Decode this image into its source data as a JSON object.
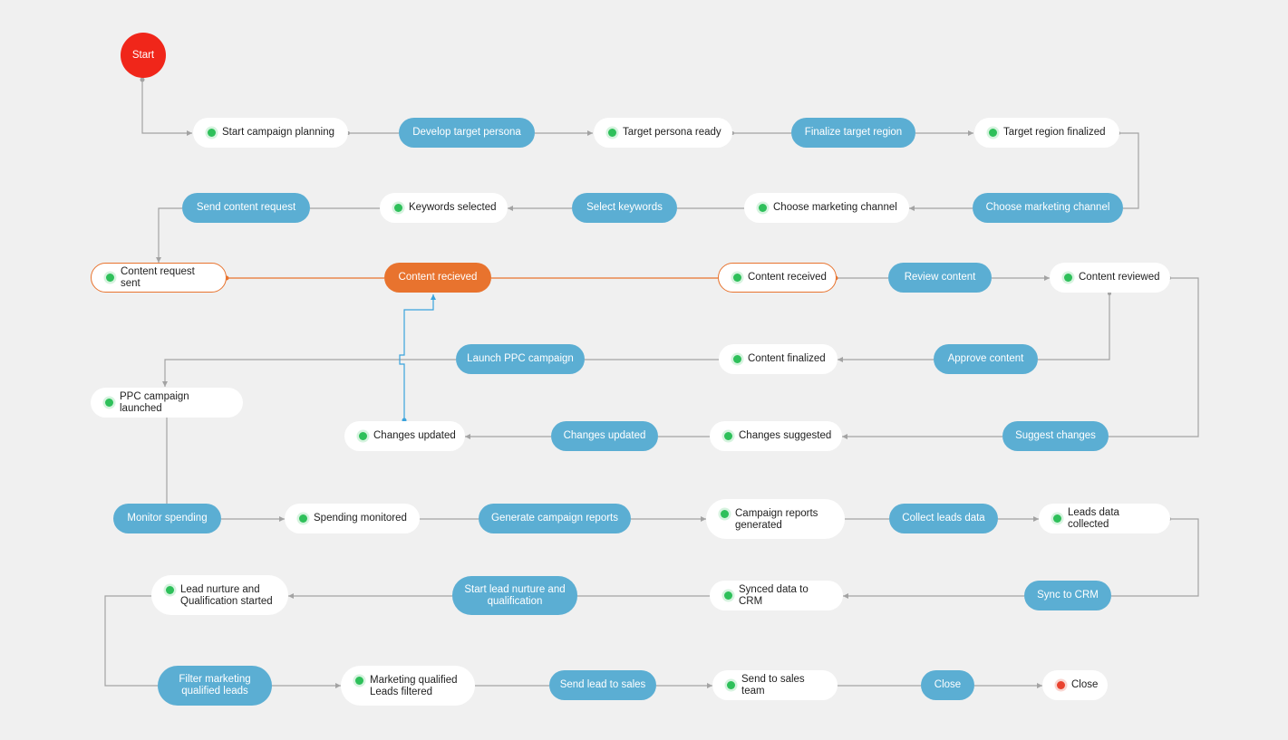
{
  "start_label": "Start",
  "states": {
    "start_campaign_planning": "Start campaign planning",
    "target_persona_ready": "Target persona ready",
    "target_region_finalized": "Target region finalized",
    "choose_marketing_channel": "Choose marketing channel",
    "keywords_selected": "Keywords selected",
    "content_request_sent": "Content request sent",
    "content_received": "Content received",
    "content_reviewed": "Content reviewed",
    "content_finalized": "Content finalized",
    "ppc_campaign_launched": "PPC campaign launched",
    "changes_updated": "Changes updated",
    "changes_suggested": "Changes suggested",
    "spending_monitored": "Spending monitored",
    "campaign_reports_generated": "Campaign reports generated",
    "leads_data_collected": "Leads data collected",
    "lead_nurture_started": "Lead nurture and Qualification started",
    "synced_data_to_crm": "Synced data to CRM",
    "mql_filtered": "Marketing qualified Leads filtered",
    "send_to_sales_team": "Send to sales team",
    "close": "Close"
  },
  "transitions": {
    "develop_target_persona": "Develop target persona",
    "finalize_target_region": "Finalize target region",
    "choose_marketing_channel": "Choose marketing channel",
    "select_keywords": "Select keywords",
    "send_content_request": "Send content request",
    "content_recieved": "Content recieved",
    "review_content": "Review content",
    "launch_ppc_campaign": "Launch PPC campaign",
    "approve_content": "Approve content",
    "changes_updated": "Changes updated",
    "suggest_changes": "Suggest changes",
    "monitor_spending": "Monitor spending",
    "generate_campaign_reports": "Generate campaign reports",
    "collect_leads_data": "Collect leads data",
    "start_lead_nurture": "Start lead nurture and qualification",
    "sync_to_crm": "Sync to CRM",
    "filter_mql": "Filter marketing qualified leads",
    "send_lead_to_sales": "Send lead to sales",
    "close": "Close"
  },
  "colors": {
    "background": "#f0f0f0",
    "state": "#ffffff",
    "transition": "#5baed3",
    "active": "#e8732e",
    "start": "#f0261a",
    "done_dot": "#2ec05a",
    "end_dot": "#e9422f",
    "connector": "#a3a3a3",
    "highlight_connector": "#3aa3dc"
  }
}
